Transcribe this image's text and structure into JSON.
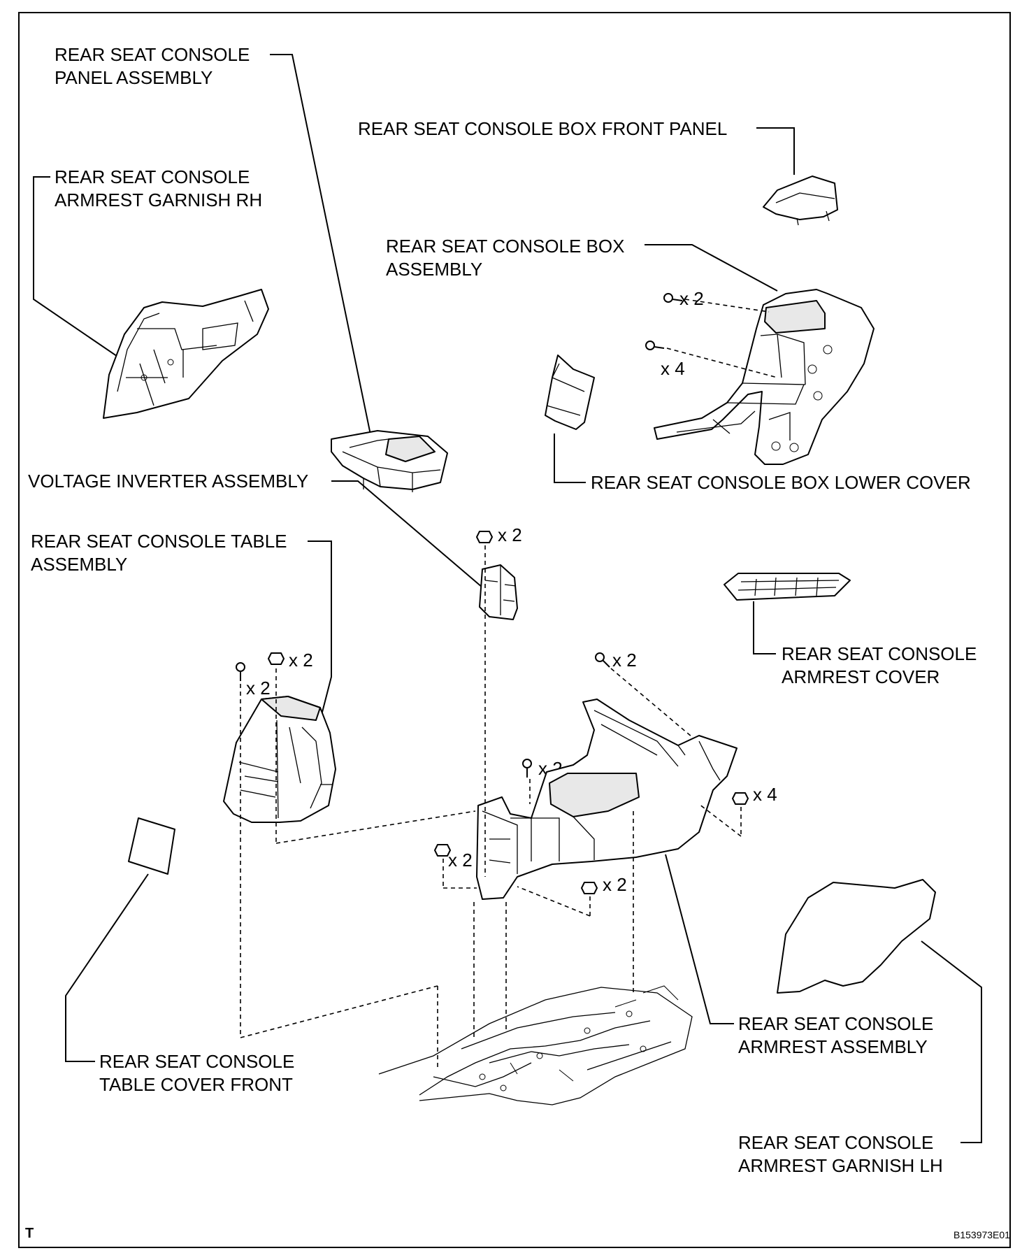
{
  "labels": {
    "panel_assembly_l1": "REAR SEAT CONSOLE",
    "panel_assembly_l2": "PANEL ASSEMBLY",
    "garnish_rh_l1": "REAR SEAT CONSOLE",
    "garnish_rh_l2": "ARMREST GARNISH RH",
    "box_front_panel": "REAR SEAT CONSOLE BOX FRONT PANEL",
    "box_assembly_l1": "REAR SEAT CONSOLE BOX",
    "box_assembly_l2": "ASSEMBLY",
    "voltage_inverter": "VOLTAGE INVERTER ASSEMBLY",
    "box_lower_cover": "REAR SEAT CONSOLE BOX LOWER COVER",
    "table_assembly_l1": "REAR SEAT CONSOLE TABLE",
    "table_assembly_l2": "ASSEMBLY",
    "armrest_cover_l1": "REAR SEAT CONSOLE",
    "armrest_cover_l2": "ARMREST COVER",
    "table_cover_l1": "REAR SEAT CONSOLE",
    "table_cover_l2": "TABLE COVER FRONT",
    "armrest_assembly_l1": "REAR SEAT CONSOLE",
    "armrest_assembly_l2": "ARMREST ASSEMBLY",
    "garnish_lh_l1": "REAR SEAT CONSOLE",
    "garnish_lh_l2": "ARMREST GARNISH LH"
  },
  "quantities": {
    "box_screw_upper": "x 2",
    "box_screw_lower": "x 4",
    "inverter_nut": "x 2",
    "table_nut": "x 2",
    "table_bolt": "x 2",
    "armrest_bolt_top": "x 2",
    "armrest_bolt_mid": "x 2",
    "armrest_nut_right": "x 4",
    "armrest_nut_left": "x 2",
    "armrest_nut_bottom": "x 2"
  },
  "corner_mark": "T",
  "figure_code": "B153973E01"
}
